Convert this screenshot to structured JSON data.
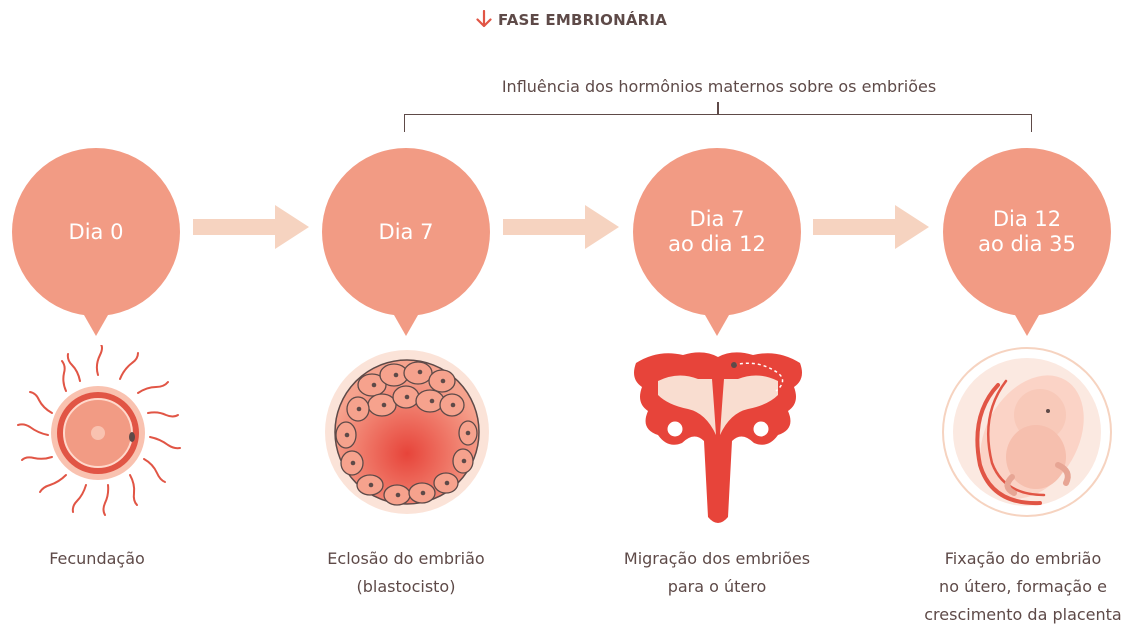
{
  "header": {
    "title": "FASE EMBRIONÁRIA",
    "icon": "arrow-down-icon"
  },
  "brace": {
    "label": "Influência dos hormônios maternos sobre os embriões"
  },
  "colors": {
    "bubble": "#f29b84",
    "arrow": "#f6d3c0",
    "accent": "#e15545",
    "text": "#5e4a48"
  },
  "stages": [
    {
      "day_lines": [
        "Dia 0"
      ],
      "caption_lines": [
        "Fecundação"
      ]
    },
    {
      "day_lines": [
        "Dia 7"
      ],
      "caption_lines": [
        "Eclosão do embrião",
        "(blastocisto)"
      ]
    },
    {
      "day_lines": [
        "Dia 7",
        "ao dia 12"
      ],
      "caption_lines": [
        "Migração dos embriões",
        "para o útero"
      ]
    },
    {
      "day_lines": [
        "Dia 12",
        "ao dia 35"
      ],
      "caption_lines": [
        "Fixação do embrião",
        "no útero, formação e",
        "crescimento da placenta"
      ]
    }
  ]
}
